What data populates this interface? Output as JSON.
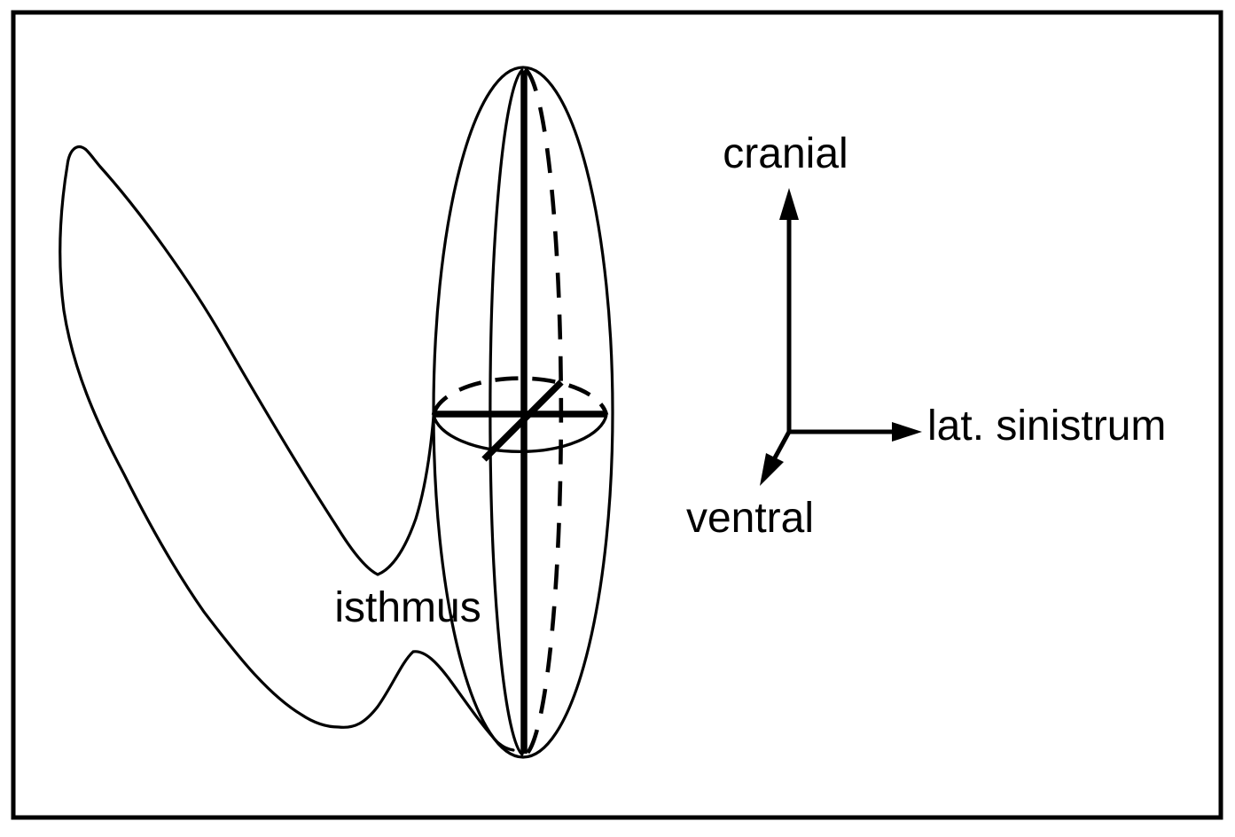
{
  "figure": {
    "background_color": "#ffffff",
    "ink_color": "#000000",
    "isthmus_label": "isthmus",
    "orientation_axes": {
      "cranial": {
        "label": "cranial",
        "direction": "up"
      },
      "lateral": {
        "label": "lat. sinistrum",
        "direction": "right"
      },
      "ventral": {
        "label": "ventral",
        "direction": "down-left"
      }
    }
  }
}
